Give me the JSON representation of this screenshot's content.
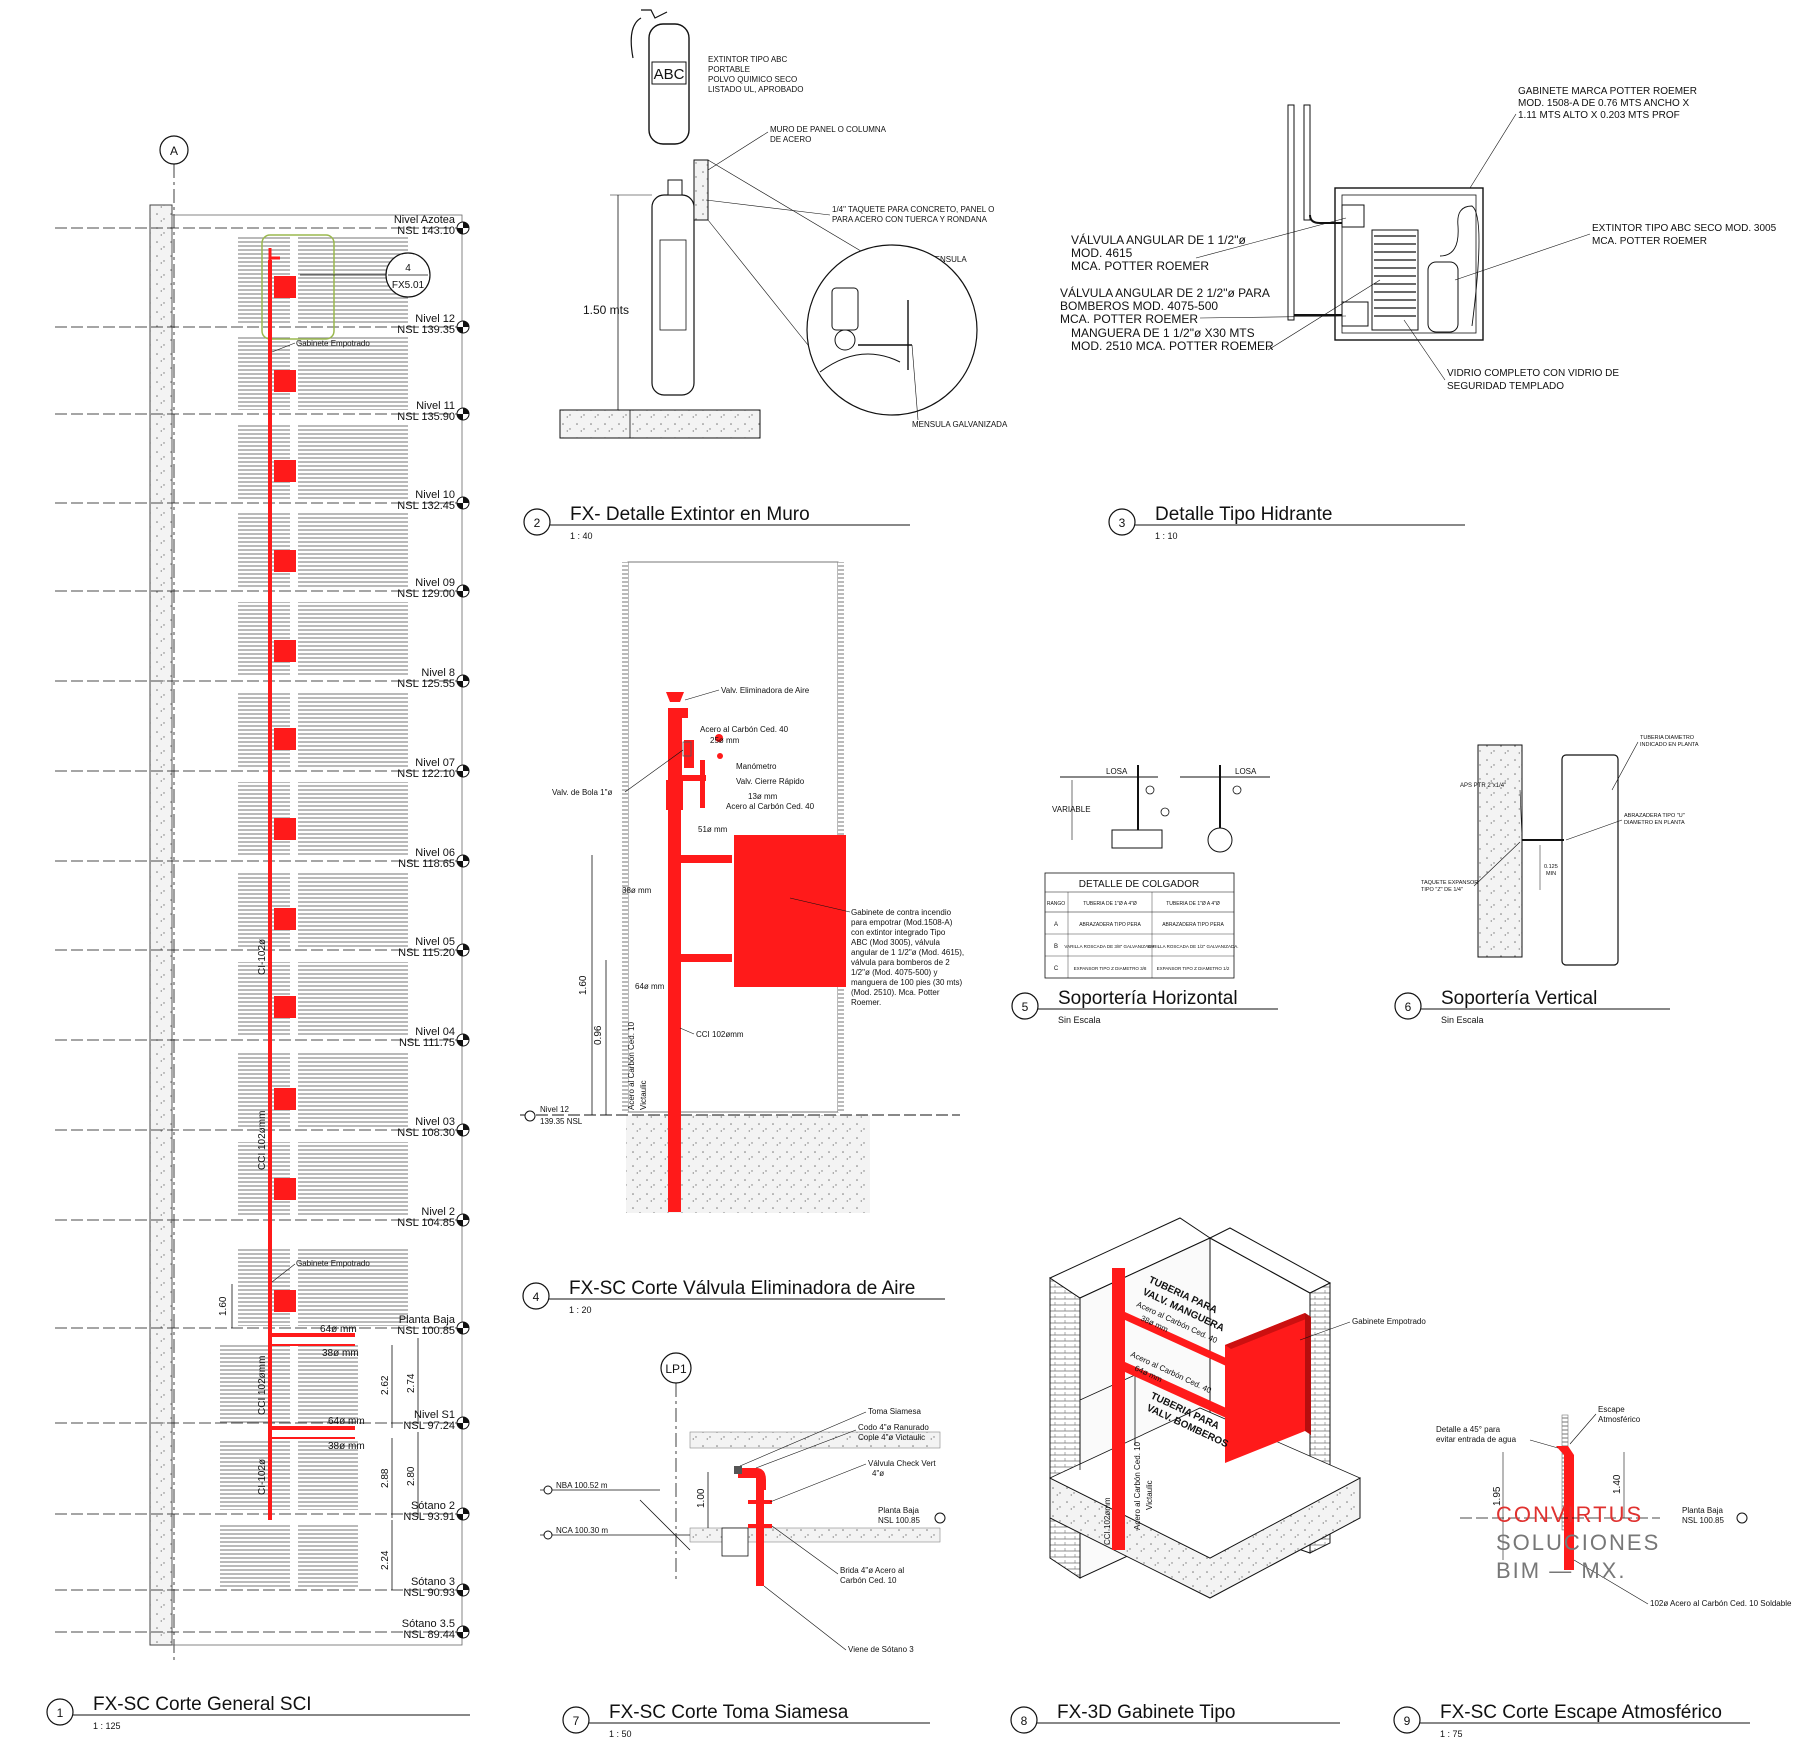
{
  "grid": {
    "axis_a": "A",
    "axis_lp1": "LP1"
  },
  "callout": {
    "num": "4",
    "sheet": "FX5.01"
  },
  "levels": [
    {
      "name": "Nivel Azotea",
      "nsl": "NSL 143.10"
    },
    {
      "name": "Nivel 12",
      "nsl": "NSL 139.35"
    },
    {
      "name": "Nivel 11",
      "nsl": "NSL 135.90"
    },
    {
      "name": "Nivel 10",
      "nsl": "NSL 132.45"
    },
    {
      "name": "Nivel 09",
      "nsl": "NSL 129.00"
    },
    {
      "name": "Nivel 8",
      "nsl": "NSL 125.55"
    },
    {
      "name": "Nivel 07",
      "nsl": "NSL 122.10"
    },
    {
      "name": "Nivel 06",
      "nsl": "NSL 118.65"
    },
    {
      "name": "Nivel 05",
      "nsl": "NSL 115.20"
    },
    {
      "name": "Nivel 04",
      "nsl": "NSL 111.75"
    },
    {
      "name": "Nivel 03",
      "nsl": "NSL 108.30"
    },
    {
      "name": "Nivel 2",
      "nsl": "NSL 104.85"
    },
    {
      "name": "Planta Baja",
      "nsl": "NSL 100.85"
    },
    {
      "name": "Nivel S1",
      "nsl": "NSL 97.24"
    },
    {
      "name": "Sótano 2",
      "nsl": "NSL 93.91"
    },
    {
      "name": "Sótano 3",
      "nsl": "NSL 90.93"
    },
    {
      "name": "Sótano 3.5",
      "nsl": "NSL 89.44"
    }
  ],
  "section1": {
    "gabinete_1": "Gabinete Empotrado",
    "gabinete_2": "Gabinete Empotrado",
    "pipe_ci_upper": "CI-102ø",
    "pipe_cci_mid": "CCI 102ømm",
    "pipe_cci_low": "CCI 102ømm",
    "pipe_ci_low": "CI-102ø",
    "dim_160": "1.60",
    "dim_64a": "64ø mm",
    "dim_38a": "38ø mm",
    "dim_64b": "64ø mm",
    "dim_38b": "38ø mm",
    "dim_262": "2.62",
    "dim_274": "2.74",
    "dim_288": "2.88",
    "dim_280": "2.80",
    "dim_224": "2.24"
  },
  "detail2": {
    "extintor": [
      "EXTINTOR TIPO ABC",
      "PORTABLE",
      "POLVO QUIMICO SECO",
      "LISTADO UL, APROBADO"
    ],
    "abc": "ABC",
    "muro": [
      "MURO DE PANEL O COLUMNA",
      "DE ACERO"
    ],
    "taquete": [
      "1/4\" TAQUETE PARA CONCRETO, PANEL O",
      "PARA ACERO CON TUERCA Y RONDANA"
    ],
    "mensula": "MENSULA",
    "altura": "1.50 mts",
    "mensula_galv": "MENSULA GALVANIZADA"
  },
  "detail3": {
    "gabinete": [
      "GABINETE MARCA POTTER ROEMER",
      "MOD. 1508-A DE 0.76 MTS ANCHO X",
      "1.11 MTS ALTO X 0.203 MTS PROF"
    ],
    "valvula1": [
      "VÁLVULA ANGULAR DE 1 1/2\"ø",
      "MOD. 4615",
      "MCA. POTTER ROEMER"
    ],
    "valvula2": [
      "VÁLVULA ANGULAR DE 2 1/2\"ø PARA",
      "BOMBEROS MOD. 4075-500",
      "MCA. POTTER ROEMER"
    ],
    "manguera": [
      "MANGUERA DE 1 1/2\"ø X30 MTS",
      "MOD. 2510 MCA. POTTER ROEMER"
    ],
    "extintor": [
      "EXTINTOR TIPO ABC SECO MOD. 3005",
      "MCA. POTTER ROEMER"
    ],
    "vidrio": [
      "VIDRIO COMPLETO CON VIDRIO DE",
      "SEGURIDAD TEMPLADO"
    ]
  },
  "detail4": {
    "valv_elim": "Valv. Eliminadora de Aire",
    "acero1": "Acero al Carbón Ced. 40",
    "d25": "25ø mm",
    "manometro": "Manómetro",
    "valv_bola": "Valv. de Bola 1\"ø",
    "valv_cierre": "Valv. Cierre Rápido",
    "d13": "13ø mm",
    "acero2": "Acero al Carbón Ced. 40",
    "d51": "51ø mm",
    "d38": "38ø mm",
    "d64": "64ø mm",
    "gabinete_note": [
      "Gabinete de contra incendio",
      "para empotrar (Mod.1508-A)",
      "con extintor integrado Tipo",
      "ABC (Mod 3005), válvula",
      "angular de 1 1/2\"ø (Mod. 4615),",
      "válvula para bomberos de 2",
      "1/2\"ø (Mod. 4075-500) y",
      "manguera de 100 pies (30 mts)",
      "(Mod. 2510). Mca. Potter",
      "Roemer."
    ],
    "dim_160": "1.60",
    "dim_096": "0.96",
    "cci": "CCI 102ømm",
    "acero_ced10": "Acero al Carbón Ced. 10",
    "victaulic": "Victaulic",
    "nivel12": "Nivel 12",
    "nsl12": "139.35 NSL"
  },
  "detail5": {
    "losa1": "LOSA",
    "losa2": "LOSA",
    "variable": "VARIABLE",
    "table_title": "DETALLE DE COLGADOR",
    "table_head": [
      "RANGO",
      "TUBERIA DE 1\"Ø A 4\"Ø",
      "TUBERIA DE 1\"Ø A 4\"Ø"
    ],
    "table_rows": [
      [
        "A",
        "ABRAZADERA TIPO PERA",
        "ABRAZADERA TIPO PERA"
      ],
      [
        "B",
        "VARILLA ROSCADA DE 3/8\" GALVANIZADA.",
        "VARILLA ROSCADA DE 1/2\" GALVANIZADA."
      ],
      [
        "C",
        "EXPANSOR TIPO Z DIAMETRO 3/8",
        "EXPANSOR TIPO Z DIAMETRO 1/2"
      ]
    ]
  },
  "detail6": {
    "tuberia": [
      "TUBERIA DIAMETRO",
      "INDICADO EN PLANTA"
    ],
    "ptr": "APS PTR 2\"x1/4\"",
    "abrazadera": [
      "ABRAZADERA TIPO \"U\"",
      "DIAMETRO EN PLANTA"
    ],
    "taquete": [
      "TAQUETE EXPANSOR",
      "TIPO \"Z\" DE 1/4\""
    ],
    "min": [
      "0.125",
      "MIN"
    ]
  },
  "detail7": {
    "toma": "Toma Siamesa",
    "codo": "Codo 4\"ø Ranurado",
    "cople": "Cople 4\"ø Victaulic",
    "check": [
      "Válvula Check Vert",
      "4\"ø"
    ],
    "nba": "NBA 100.52 m",
    "nca": "NCA 100.30 m",
    "dim_100": "1.00",
    "pb": "Planta Baja",
    "pb_nsl": "NSL 100.85",
    "brida": [
      "Brida 4\"ø Acero al",
      "Carbón Ced. 10"
    ],
    "viene": "Viene de Sótano 3"
  },
  "detail8": {
    "t1": [
      "TUBERIA PARA",
      "VALV. MANGUERA",
      "Acero al Carbón Ced. 40",
      "38ø mm"
    ],
    "t2": [
      "Acero al Carbón Ced. 40",
      "64ø mm"
    ],
    "t3": [
      "TUBERIA PARA",
      "VALV. BOMBEROS"
    ],
    "gabinete": "Gabinete Empotrado",
    "cci": "CCI 102ømm",
    "acero10": "Acero al Carbón Ced. 10",
    "vict": "Victaulic"
  },
  "detail9": {
    "escape": [
      "Escape",
      "Atmosférico"
    ],
    "detalle": [
      "Detalle a 45° para",
      "evitar entrada de agua"
    ],
    "dim_195": "1.95",
    "dim_140": "1.40",
    "pb": "Planta Baja",
    "pb_nsl": "NSL 100.85",
    "pipe": "102ø Acero al Carbón Ced. 10  Soldable"
  },
  "watermark": {
    "l1": "CONVIRTUS",
    "l2": "SOLUCIONES",
    "l3": "BIM — MX."
  },
  "titles": [
    {
      "num": "1",
      "title": "FX-SC Corte General SCI",
      "scale": "1 : 125"
    },
    {
      "num": "2",
      "title": "FX- Detalle Extintor en Muro",
      "scale": "1 : 40"
    },
    {
      "num": "3",
      "title": "Detalle Tipo Hidrante",
      "scale": "1 : 10"
    },
    {
      "num": "4",
      "title": "FX-SC Corte Válvula Eliminadora de Aire",
      "scale": "1 : 20"
    },
    {
      "num": "5",
      "title": "Soportería Horizontal",
      "scale": "Sin Escala"
    },
    {
      "num": "6",
      "title": "Soportería Vertical",
      "scale": "Sin Escala"
    },
    {
      "num": "7",
      "title": "FX-SC Corte Toma Siamesa",
      "scale": "1 : 50"
    },
    {
      "num": "8",
      "title": "FX-3D Gabinete Tipo",
      "scale": ""
    },
    {
      "num": "9",
      "title": "FX-SC Corte Escape Atmosférico",
      "scale": "1 : 75"
    }
  ],
  "colors": {
    "pipe": "#ff1a1a",
    "line": "#111111",
    "hatch": "#9a9a9a",
    "brand": "#e0312f"
  }
}
